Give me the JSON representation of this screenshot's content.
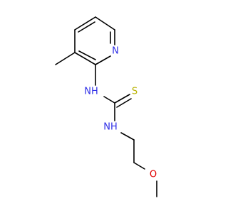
{
  "molecule": {
    "atoms": {
      "pyridine_n": {
        "symbol": "N",
        "color": "#2e2ee6"
      },
      "thioamide_nh_1": {
        "symbol": "NH",
        "color": "#2e2ee6"
      },
      "thioamide_nh_2": {
        "symbol": "NH",
        "color": "#2e2ee6"
      },
      "sulfur": {
        "symbol": "S",
        "color": "#b8b200"
      },
      "ether_o": {
        "symbol": "O",
        "color": "#e00000"
      }
    }
  }
}
